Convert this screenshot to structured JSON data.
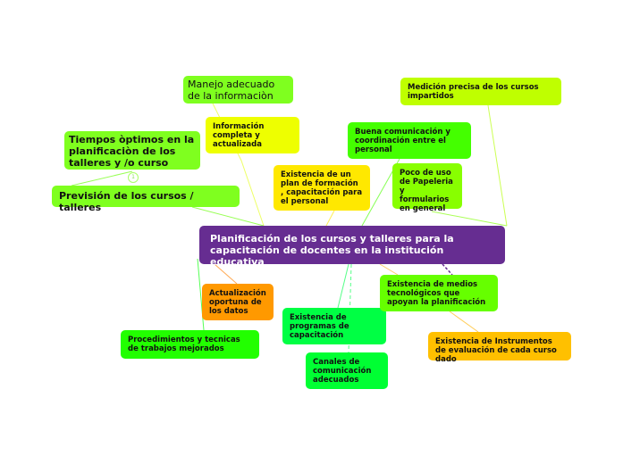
{
  "central": {
    "label": "Planificación de los cursos y talleres para la capacitación de docentes en la institución educativa",
    "color": "#662d91"
  },
  "nodes": {
    "manejo": {
      "label": "Manejo adecuado de la informaciòn",
      "color": "#7fff1f"
    },
    "info": {
      "label": "Información completa y actualizada",
      "color": "#eeff00"
    },
    "tiempos": {
      "label": "Tiempos òptimos en la planificaciòn de los talleres y /o curso",
      "color": "#7fff1f"
    },
    "prevision": {
      "label": "Previsión de los cursos / talleres",
      "color": "#7fff1f"
    },
    "medicion": {
      "label": "Medición precisa de los cursos impartidos",
      "color": "#bfff00"
    },
    "buena": {
      "label": "Buena comunicación y coordinación entre el personal",
      "color": "#44ff00"
    },
    "plan": {
      "label": "Existencia de un plan de formación , capacitación para el personal",
      "color": "#ffe800"
    },
    "poco": {
      "label": "Poco de uso de Papeleria y formularios en general",
      "color": "#88ff00"
    },
    "actualizacion": {
      "label": "Actualización oportuna de los datos",
      "color": "#ff9900"
    },
    "procedimientos": {
      "label": "Procedimientos y tecnicas de trabajos mejorados",
      "color": "#22ff00"
    },
    "programas": {
      "label": "Existencia de programas de capacitación",
      "color": "#00ff44"
    },
    "canales": {
      "label": "Canales de comunicación adecuados",
      "color": "#00ff33"
    },
    "medios": {
      "label": "Existencia de medios tecnológicos que apoyan la planificación",
      "color": "#66ff00"
    },
    "instrumentos": {
      "label": "Existencia de Instrumentos de evaluación de cada curso dado",
      "color": "#ffc000"
    }
  },
  "marker": "1"
}
